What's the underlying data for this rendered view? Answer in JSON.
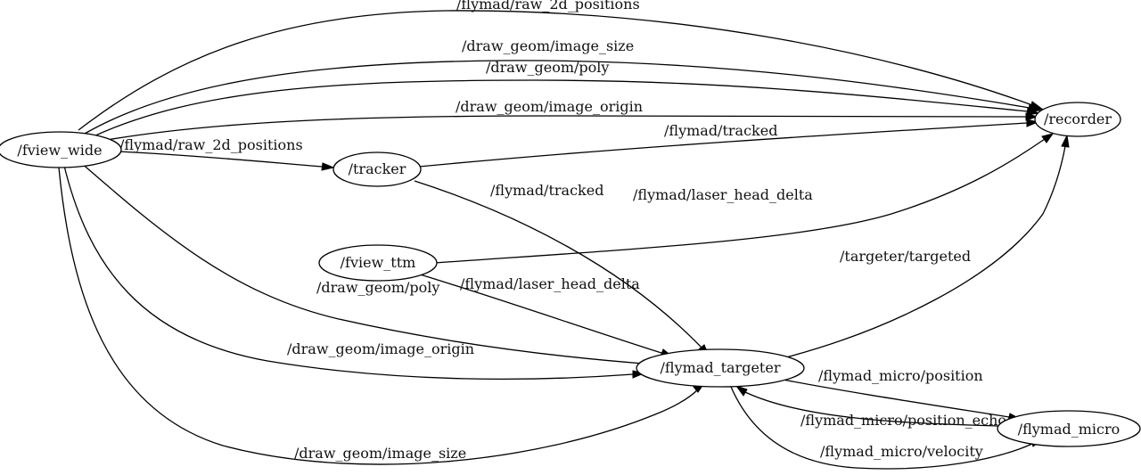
{
  "graph": {
    "nodes": [
      {
        "id": "fview_wide",
        "label": "/fview_wide"
      },
      {
        "id": "tracker",
        "label": "/tracker"
      },
      {
        "id": "fview_ttm",
        "label": "/fview_ttm"
      },
      {
        "id": "recorder",
        "label": "/recorder"
      },
      {
        "id": "flymad_targeter",
        "label": "/flymad_targeter"
      },
      {
        "id": "flymad_micro",
        "label": "/flymad_micro"
      }
    ],
    "edges": [
      {
        "from": "fview_wide",
        "to": "recorder",
        "label": "/flymad/raw_2d_positions"
      },
      {
        "from": "fview_wide",
        "to": "recorder",
        "label": "/draw_geom/image_size"
      },
      {
        "from": "fview_wide",
        "to": "recorder",
        "label": "/draw_geom/poly"
      },
      {
        "from": "fview_wide",
        "to": "recorder",
        "label": "/draw_geom/image_origin"
      },
      {
        "from": "fview_wide",
        "to": "tracker",
        "label": "/flymad/raw_2d_positions"
      },
      {
        "from": "tracker",
        "to": "recorder",
        "label": "/flymad/tracked"
      },
      {
        "from": "tracker",
        "to": "flymad_targeter",
        "label": "/flymad/tracked"
      },
      {
        "from": "fview_ttm",
        "to": "recorder",
        "label": "/flymad/laser_head_delta"
      },
      {
        "from": "fview_ttm",
        "to": "flymad_targeter",
        "label": "/flymad/laser_head_delta"
      },
      {
        "from": "flymad_targeter",
        "to": "recorder",
        "label": "/targeter/targeted"
      },
      {
        "from": "fview_wide",
        "to": "flymad_targeter",
        "label": "/draw_geom/poly"
      },
      {
        "from": "fview_wide",
        "to": "flymad_targeter",
        "label": "/draw_geom/image_origin"
      },
      {
        "from": "fview_wide",
        "to": "flymad_targeter",
        "label": "/draw_geom/image_size"
      },
      {
        "from": "flymad_targeter",
        "to": "flymad_micro",
        "label": "/flymad_micro/position"
      },
      {
        "from": "flymad_micro",
        "to": "flymad_targeter",
        "label": "/flymad_micro/position_echo"
      },
      {
        "from": "flymad_targeter",
        "to": "flymad_micro",
        "label": "/flymad_micro/velocity"
      }
    ]
  }
}
